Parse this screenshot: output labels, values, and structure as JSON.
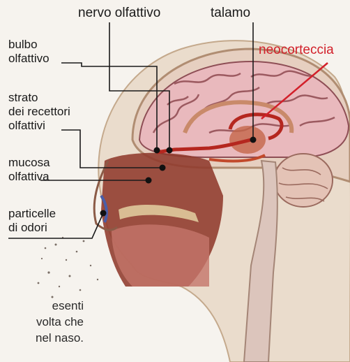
{
  "labels": {
    "nervo_olfattivo": "nervo olfattivo",
    "talamo": "talamo",
    "neocorteccia": "neocorteccia",
    "bulbo_olfattivo": [
      "bulbo",
      "olfattivo"
    ],
    "strato_recettori": [
      "strato",
      "dei recettori",
      "olfattivi"
    ],
    "mucosa_olfattiva": [
      "mucosa",
      "olfattiva"
    ],
    "particelle_odori": [
      "particelle",
      "di odori"
    ]
  },
  "caption_fragments": [
    "esenti",
    "volta che",
    "nel naso."
  ],
  "colors": {
    "label_text": "#1a1a1a",
    "neocortex_label": "#d2202a",
    "leader_lines": "#1a1a1a",
    "brain_pink": "#e9b9bd",
    "pathway": "#b5271f"
  }
}
